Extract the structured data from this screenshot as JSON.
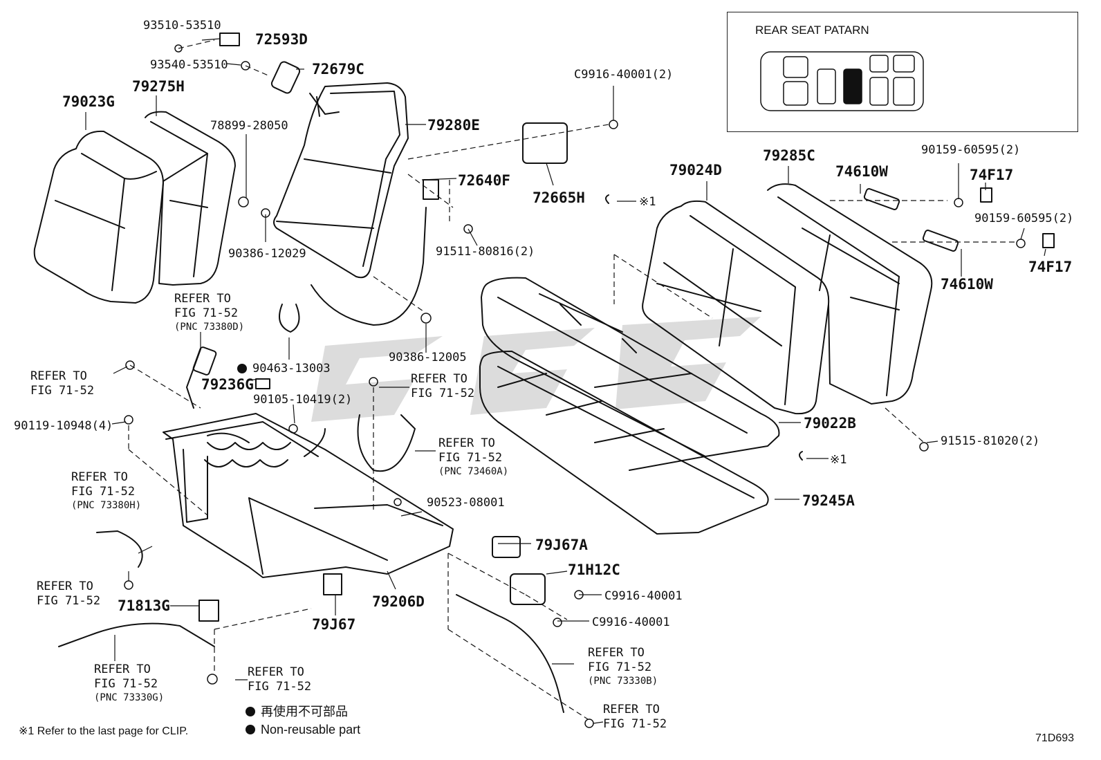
{
  "pattern": {
    "title": "REAR SEAT PATARN"
  },
  "parts": [
    {
      "id": "93510-53510",
      "text": "93510-53510",
      "size": "small"
    },
    {
      "id": "72593D",
      "text": "72593D",
      "size": "big"
    },
    {
      "id": "93540-53510",
      "text": "93540-53510",
      "size": "small"
    },
    {
      "id": "72679C",
      "text": "72679C",
      "size": "big"
    },
    {
      "id": "79023G",
      "text": "79023G",
      "size": "big"
    },
    {
      "id": "79275H",
      "text": "79275H",
      "size": "big"
    },
    {
      "id": "78899-28050",
      "text": "78899-28050",
      "size": "small"
    },
    {
      "id": "79280E",
      "text": "79280E",
      "size": "big"
    },
    {
      "id": "C9916-40001-2",
      "text": "C9916-40001(2)",
      "size": "small"
    },
    {
      "id": "72640F",
      "text": "72640F",
      "size": "big"
    },
    {
      "id": "72665H",
      "text": "72665H",
      "size": "big"
    },
    {
      "id": "90386-12029",
      "text": "90386-12029",
      "size": "small"
    },
    {
      "id": "91511-80816",
      "text": "91511-80816(2)",
      "size": "small"
    },
    {
      "id": "79024D",
      "text": "79024D",
      "size": "big"
    },
    {
      "id": "79285C",
      "text": "79285C",
      "size": "big"
    },
    {
      "id": "74610W-a",
      "text": "74610W",
      "size": "big"
    },
    {
      "id": "90159-60595-a",
      "text": "90159-60595(2)",
      "size": "small"
    },
    {
      "id": "74F17-a",
      "text": "74F17",
      "size": "big"
    },
    {
      "id": "90159-60595-b",
      "text": "90159-60595(2)",
      "size": "small"
    },
    {
      "id": "74F17-b",
      "text": "74F17",
      "size": "big"
    },
    {
      "id": "74610W-b",
      "text": "74610W",
      "size": "big"
    },
    {
      "id": "clip-mark-1",
      "text": "※1",
      "size": "small"
    },
    {
      "id": "90463-13003",
      "text": "90463-13003",
      "size": "small"
    },
    {
      "id": "90386-12005",
      "text": "90386-12005",
      "size": "small"
    },
    {
      "id": "79236G",
      "text": "79236G",
      "size": "big"
    },
    {
      "id": "90105-10419",
      "text": "90105-10419(2)",
      "size": "small"
    },
    {
      "id": "90119-10948",
      "text": "90119-10948(4)",
      "size": "small"
    },
    {
      "id": "79022B",
      "text": "79022B",
      "size": "big"
    },
    {
      "id": "91515-81020",
      "text": "91515-81020(2)",
      "size": "small"
    },
    {
      "id": "clip-mark-2",
      "text": "※1",
      "size": "small"
    },
    {
      "id": "90523-08001",
      "text": "90523-08001",
      "size": "small"
    },
    {
      "id": "79245A",
      "text": "79245A",
      "size": "big"
    },
    {
      "id": "79J67A",
      "text": "79J67A",
      "size": "big"
    },
    {
      "id": "71H12C",
      "text": "71H12C",
      "size": "big"
    },
    {
      "id": "C9916-40001-a",
      "text": "C9916-40001",
      "size": "small"
    },
    {
      "id": "C9916-40001-b",
      "text": "C9916-40001",
      "size": "small"
    },
    {
      "id": "71813G",
      "text": "71813G",
      "size": "big"
    },
    {
      "id": "79206D",
      "text": "79206D",
      "size": "big"
    },
    {
      "id": "79J67",
      "text": "79J67",
      "size": "big"
    }
  ],
  "refs": [
    {
      "id": "ref-73380D",
      "line1": "REFER TO",
      "line2": "FIG 71-52",
      "pnc": "(PNC 73380D)"
    },
    {
      "id": "ref-left-1",
      "line1": "REFER TO",
      "line2": "FIG 71-52",
      "pnc": ""
    },
    {
      "id": "ref-center",
      "line1": "REFER TO",
      "line2": "FIG 71-52",
      "pnc": ""
    },
    {
      "id": "ref-73460A",
      "line1": "REFER TO",
      "line2": "FIG 71-52",
      "pnc": "(PNC 73460A)"
    },
    {
      "id": "ref-73380H",
      "line1": "REFER TO",
      "line2": "FIG 71-52",
      "pnc": "(PNC 73380H)"
    },
    {
      "id": "ref-left-2",
      "line1": "REFER TO",
      "line2": "FIG 71-52",
      "pnc": ""
    },
    {
      "id": "ref-73330G",
      "line1": "REFER TO",
      "line2": "FIG 71-52",
      "pnc": "(PNC 73330G)"
    },
    {
      "id": "ref-bottom-mid",
      "line1": "REFER TO",
      "line2": "FIG 71-52",
      "pnc": ""
    },
    {
      "id": "ref-73330B",
      "line1": "REFER TO",
      "line2": "FIG 71-52",
      "pnc": "(PNC 73330B)"
    },
    {
      "id": "ref-bottom-right",
      "line1": "REFER TO",
      "line2": "FIG 71-52",
      "pnc": ""
    }
  ],
  "legend": {
    "jp": "再使用不可部品",
    "en": "Non-reusable part",
    "footnote": "※1  Refer to the last page for CLIP."
  },
  "figure_id": "71D693"
}
